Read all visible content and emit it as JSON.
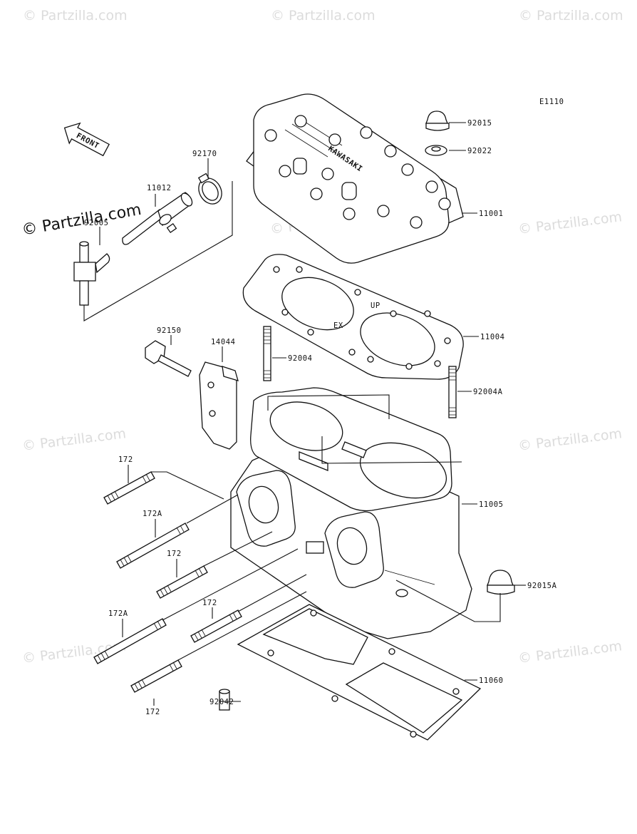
{
  "diagram_code": "E1110",
  "front_label": "FRONT",
  "brand_watermark": "© Partzilla.com",
  "head_logo": "KAWASAKI",
  "gasket_marks": {
    "up": "UP",
    "ex": "EX"
  },
  "callouts": [
    {
      "id": "92015",
      "text": "92015"
    },
    {
      "id": "92022",
      "text": "92022"
    },
    {
      "id": "92170",
      "text": "92170"
    },
    {
      "id": "11012",
      "text": "11012"
    },
    {
      "id": "92005",
      "text": "92005"
    },
    {
      "id": "11001",
      "text": "11001"
    },
    {
      "id": "11004",
      "text": "11004"
    },
    {
      "id": "92150",
      "text": "92150"
    },
    {
      "id": "14044",
      "text": "14044"
    },
    {
      "id": "92004",
      "text": "92004"
    },
    {
      "id": "92004A",
      "text": "92004A"
    },
    {
      "id": "172-a",
      "text": "172"
    },
    {
      "id": "172A-a",
      "text": "172A"
    },
    {
      "id": "172-b",
      "text": "172"
    },
    {
      "id": "11005",
      "text": "11005"
    },
    {
      "id": "92015A",
      "text": "92015A"
    },
    {
      "id": "172A-b",
      "text": "172A"
    },
    {
      "id": "172-c",
      "text": "172"
    },
    {
      "id": "11060",
      "text": "11060"
    },
    {
      "id": "92042",
      "text": "92042"
    },
    {
      "id": "172-d",
      "text": "172"
    }
  ]
}
